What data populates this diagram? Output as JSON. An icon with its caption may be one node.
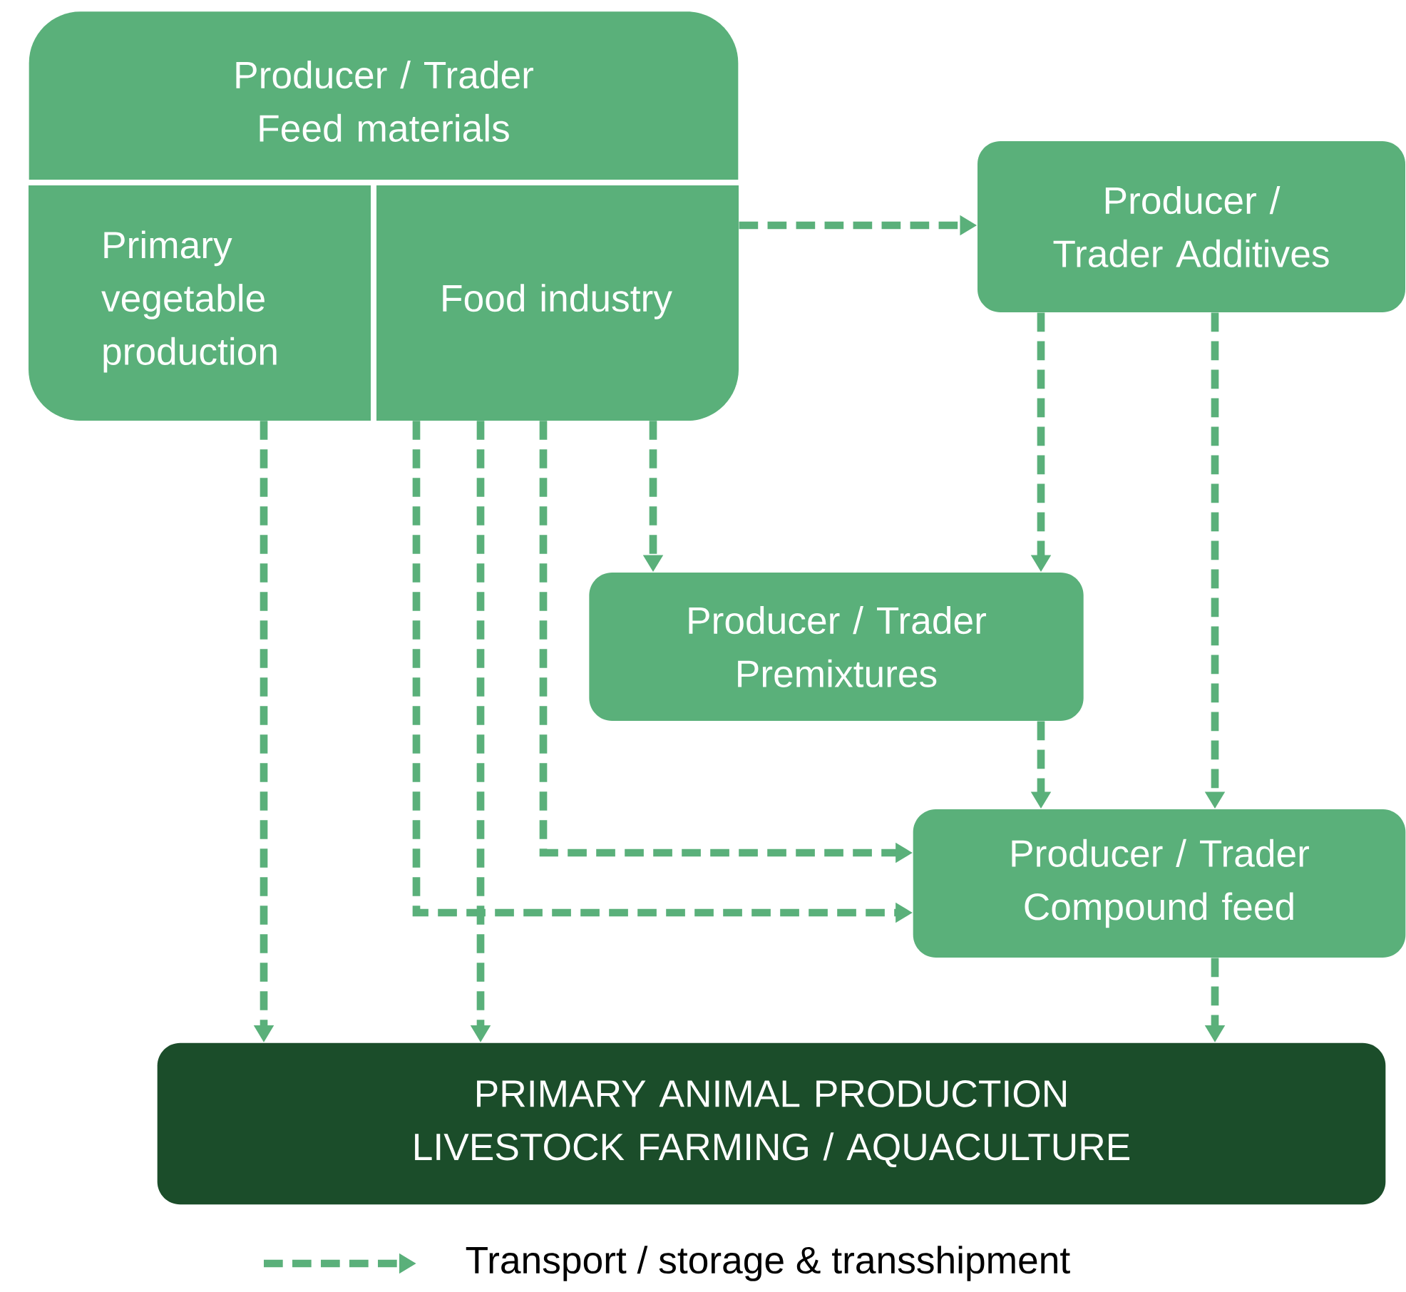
{
  "diagram": {
    "nodes": [
      {
        "text": [
          "Producer / Trader Feed materials"
        ]
      },
      {
        "text": [
          "Primary vegetable production"
        ],
        "in": 0
      },
      {
        "text": [
          "Food industry"
        ],
        "in": 0
      },
      {
        "text": [
          "Producer / Trader Additives"
        ]
      },
      {
        "text": [
          "Producer / Trader Premixtures"
        ]
      },
      {
        "text": [
          "Producer / Trader Compound feed"
        ]
      },
      {
        "text": [
          "PRIMARY ANIMAL PRODUCTION LIVESTOCK FARMING / AQUACULTURE"
        ]
      }
    ],
    "edges": [
      {
        "from": 2,
        "to": 3,
        "arrow": "to",
        "style": "dashed"
      },
      {
        "from": 1,
        "to": 6,
        "arrow": "to",
        "style": "dashed"
      },
      {
        "from": 2,
        "to": 5,
        "arrow": "to",
        "style": "dashed"
      },
      {
        "from": 2,
        "to": 6,
        "arrow": "to",
        "style": "dashed"
      },
      {
        "from": 2,
        "to": 5,
        "arrow": "to",
        "style": "dashed"
      },
      {
        "from": 2,
        "to": 4,
        "arrow": "to",
        "style": "dashed"
      },
      {
        "from": 3,
        "to": 4,
        "arrow": "to",
        "style": "dashed"
      },
      {
        "from": 3,
        "to": 5,
        "arrow": "to",
        "style": "dashed"
      },
      {
        "from": 4,
        "to": 5,
        "arrow": "to",
        "style": "dashed"
      },
      {
        "from": 5,
        "to": 6,
        "arrow": "to",
        "style": "dashed"
      }
    ],
    "legend": [
      {
        "text": "Transport / storage & transshipment"
      }
    ]
  }
}
